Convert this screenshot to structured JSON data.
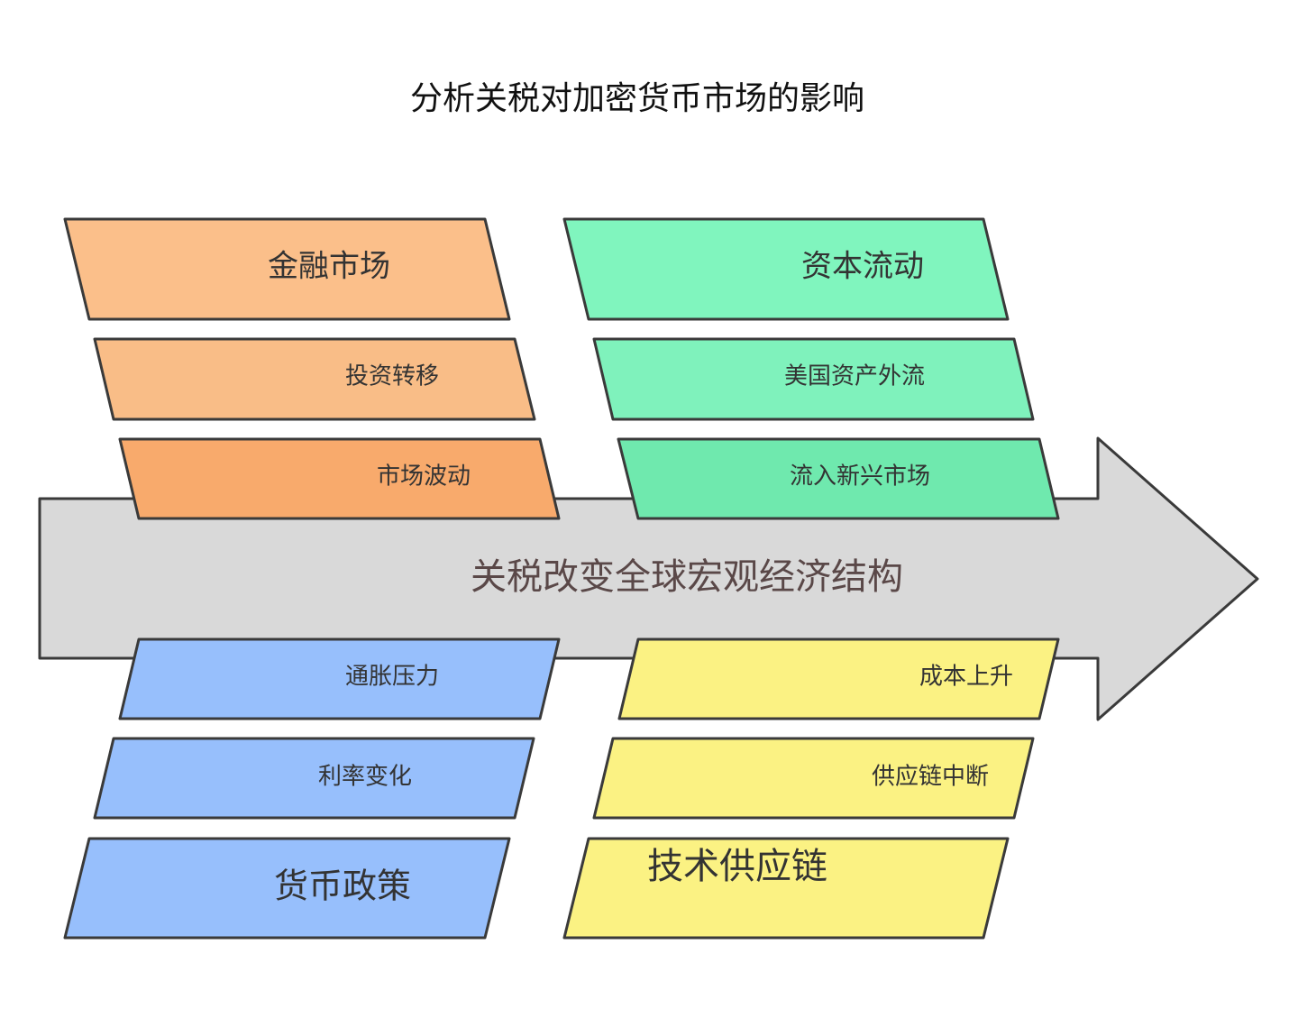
{
  "title": "分析关税对加密货币市场的影响",
  "spine": "关税改变全球宏观经济结构",
  "colors": {
    "orange": "#f9bd87",
    "orange_dark": "#f8aa6c",
    "green": "#80f5be",
    "green_dark": "#6fe9ae",
    "blue": "#97bffc",
    "yellow": "#fbf283",
    "arrow": "#d9d9d9"
  },
  "groups": {
    "financial_market": {
      "label": "金融市场",
      "items": [
        "投资转移",
        "市场波动"
      ]
    },
    "capital_flow": {
      "label": "资本流动",
      "items": [
        "美国资产外流",
        "流入新兴市场"
      ]
    },
    "monetary_policy": {
      "label": "货币政策",
      "items": [
        "通胀压力",
        "利率变化"
      ]
    },
    "tech_supply_chain": {
      "label": "技术供应链",
      "items": [
        "成本上升",
        "供应链中断"
      ]
    }
  }
}
